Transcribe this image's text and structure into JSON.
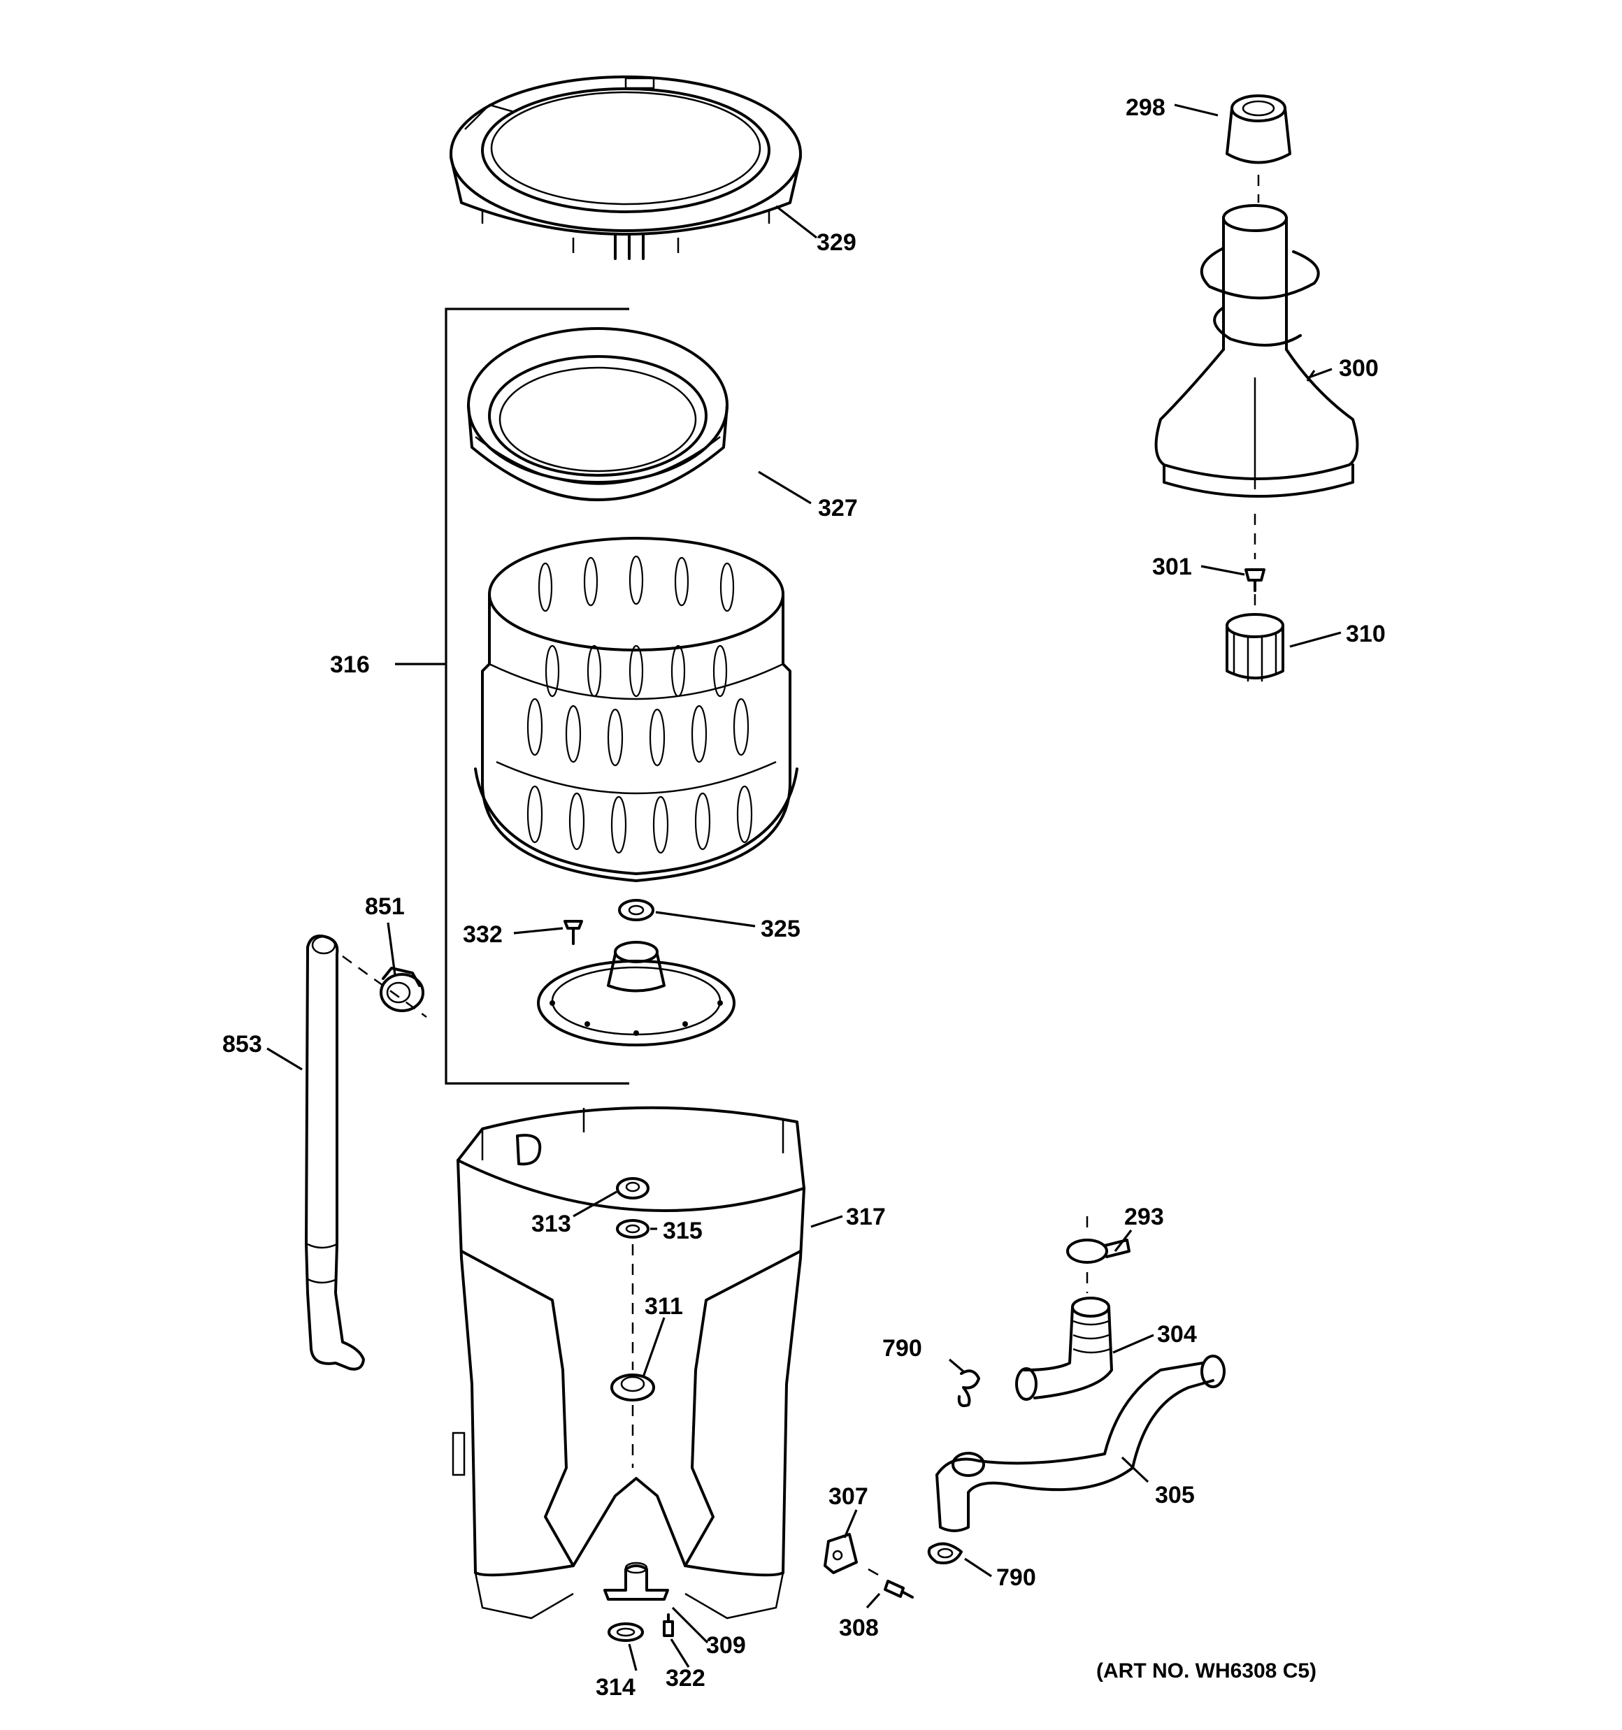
{
  "labels": {
    "p298": "298",
    "p329": "329",
    "p300": "300",
    "p316": "316",
    "p327": "327",
    "p301": "301",
    "p310": "310",
    "p851": "851",
    "p332": "332",
    "p325": "325",
    "p853": "853",
    "p313": "313",
    "p315": "315",
    "p317": "317",
    "p293": "293",
    "p311": "311",
    "p790a": "790",
    "p304": "304",
    "p305": "305",
    "p307": "307",
    "p790b": "790",
    "p309": "309",
    "p308": "308",
    "p314": "314",
    "p322": "322"
  },
  "art_number": "(ART NO. WH6308 C5)"
}
